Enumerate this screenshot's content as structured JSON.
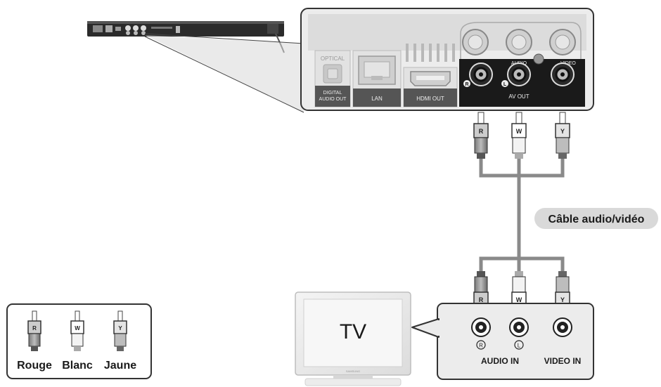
{
  "player_panel": {
    "optical_label": "OPTICAL",
    "digital_audio_out_line1": "DIGITAL",
    "digital_audio_out_line2": "AUDIO OUT",
    "lan_label": "LAN",
    "hdmi_out_label": "HDMI OUT",
    "audio_label": "AUDIO",
    "video_label": "VIDEO",
    "av_out_label": "AV OUT",
    "right_mark": "R",
    "left_mark": "L"
  },
  "cable": {
    "label": "Câble audio/vidéo",
    "plugs": [
      {
        "letter": "R",
        "color_name": "Rouge"
      },
      {
        "letter": "W",
        "color_name": "Blanc"
      },
      {
        "letter": "Y",
        "color_name": "Jaune"
      }
    ]
  },
  "tv": {
    "screen_label": "TV",
    "brand": "SAMSUNG"
  },
  "tv_panel": {
    "right_mark": "R",
    "left_mark": "L",
    "audio_in_label": "AUDIO IN",
    "video_in_label": "VIDEO IN"
  },
  "colors": {
    "panel_bg": "#ececec",
    "panel_border": "#333333",
    "jack_strip": "#1a1a1a",
    "cable": "#8a8a8a",
    "badge_bg": "#d9d9d9"
  }
}
